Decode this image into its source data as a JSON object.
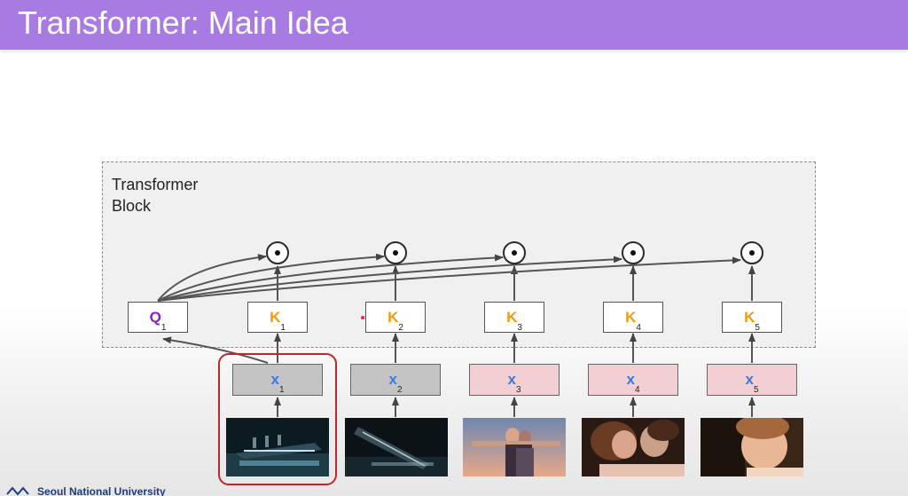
{
  "slide": {
    "title": "Transformer: Main Idea",
    "block_label_line1": "Transformer",
    "block_label_line2": "Block",
    "footer_text": "Seoul National University",
    "colors": {
      "title_bar": "#a87be3",
      "query": "#8a1fc7",
      "key": "#f29b0e",
      "x": "#3a78e0",
      "highlight": "#c0262c"
    }
  },
  "nodes": [
    {
      "letter": "Q",
      "sub": "1"
    },
    {
      "letter": "K",
      "sub": "1"
    },
    {
      "letter": "K",
      "sub": "2"
    },
    {
      "letter": "K",
      "sub": "3"
    },
    {
      "letter": "K",
      "sub": "4"
    },
    {
      "letter": "K",
      "sub": "5"
    }
  ],
  "inputs": [
    {
      "letter": "x",
      "sub": "1"
    },
    {
      "letter": "x",
      "sub": "2"
    },
    {
      "letter": "x",
      "sub": "3"
    },
    {
      "letter": "x",
      "sub": "4"
    },
    {
      "letter": "x",
      "sub": "5"
    }
  ],
  "icons": [
    "dot-product-icon",
    "university-logo-icon"
  ]
}
